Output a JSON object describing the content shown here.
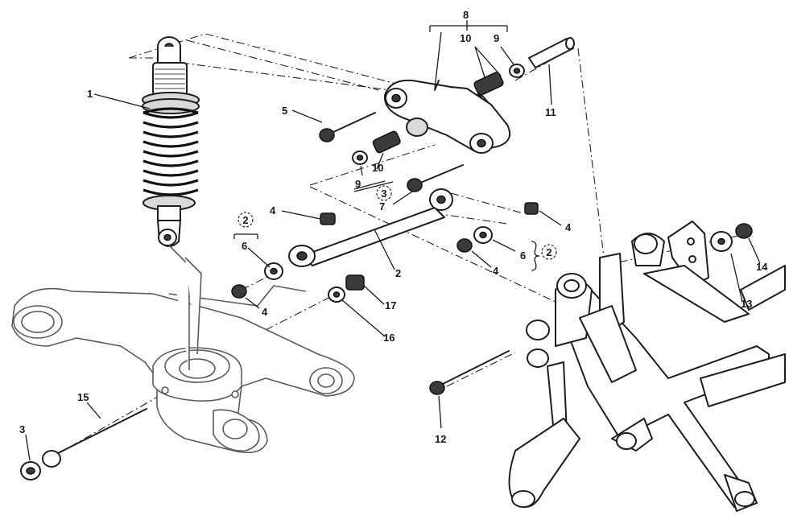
{
  "callouts": {
    "c1": "1",
    "c2": "2",
    "c3": "3",
    "c4a": "4",
    "c4b": "4",
    "c4c": "4",
    "c4d": "4",
    "c5": "5",
    "c6a": "6",
    "c6b": "6",
    "c7": "7",
    "c8": "8",
    "c9a": "9",
    "c9b": "9",
    "c10a": "10",
    "c10b": "10",
    "c11": "11",
    "c12": "12",
    "c13": "13",
    "c14": "14",
    "c15": "15",
    "c16": "16",
    "c17": "17"
  },
  "circled_marks": {
    "m2a": "2",
    "m2b": "2",
    "m3": "3"
  },
  "colors": {
    "line": "#1e1e1e",
    "fill": "#ffffff",
    "shade": "#d9d9d9"
  }
}
